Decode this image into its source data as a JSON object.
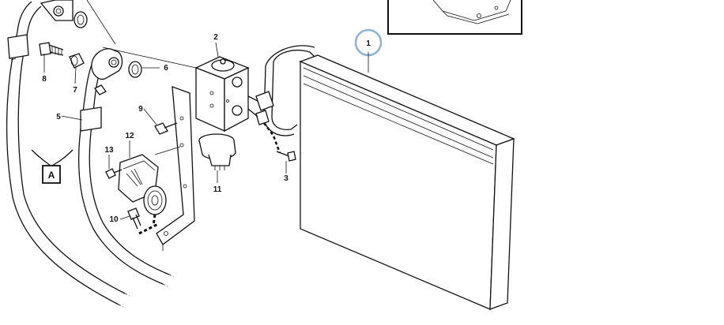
{
  "labels": {
    "l1": "1",
    "l2": "2",
    "l3": "3",
    "l5": "5",
    "l6": "6",
    "l7": "7",
    "l8": "8",
    "l9": "9",
    "l10": "10",
    "l11": "11",
    "l12": "12",
    "l13": "13",
    "view": "A"
  },
  "colors": {
    "line": "#111111",
    "highlight": "#8fb3d6",
    "background": "#ffffff"
  }
}
